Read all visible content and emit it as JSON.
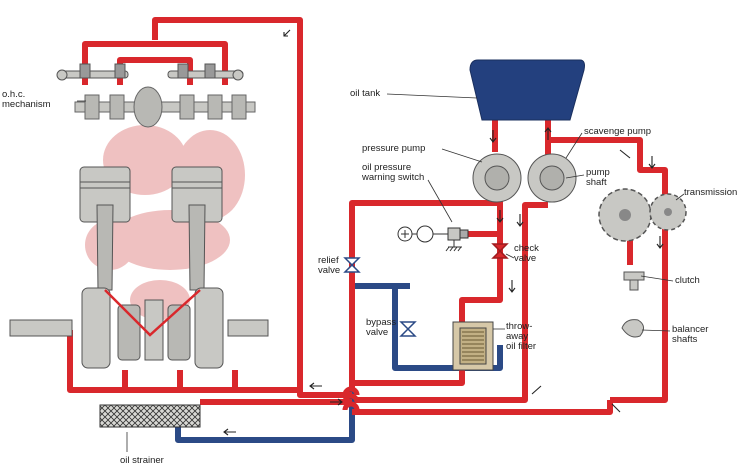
{
  "colors": {
    "pressure_oil": "#d9282c",
    "return_oil": "#2b4a86",
    "oil_tank": "#23407e",
    "metal": "#c8c8c4",
    "metal_dark": "#8c8c88",
    "oil_mist": "#e39090"
  },
  "labels": {
    "ohc_mechanism": "o.h.c.\nmechanism",
    "oil_tank": "oil tank",
    "scavenge_pump": "scavenge pump",
    "pressure_pump": "pressure pump",
    "oil_pressure_warning_switch": "oil pressure\nwarning switch",
    "pump_shaft": "pump\nshaft",
    "transmission": "transmission",
    "relief_valve": "relief\nvalve",
    "check_valve": "check\nvalve",
    "clutch": "clutch",
    "bypass_valve": "bypass\nvalve",
    "throw_away_oil_filter": "throw-\naway\noil filter",
    "balancer_shafts": "balancer\nshafts",
    "oil_strainer": "oil strainer"
  },
  "icons": {
    "flow_arrow": "flow-arrow-icon",
    "ground": "ground-icon",
    "warning_lamp": "warning-lamp-icon"
  }
}
